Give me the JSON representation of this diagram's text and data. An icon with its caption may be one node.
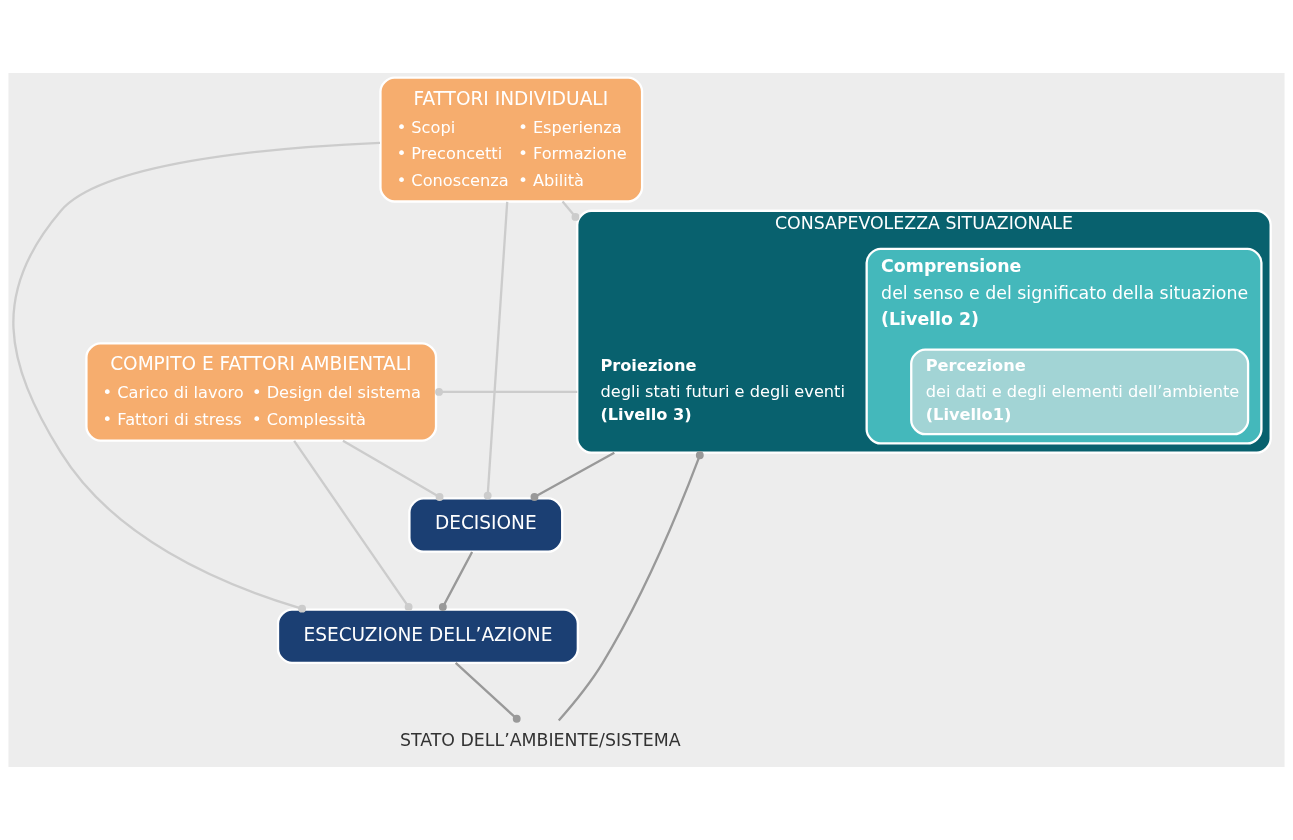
{
  "diagram": {
    "nodes": [
      {
        "text": [
          "COMPITO E FATTORI AMBIENTALI",
          "• Carico di lavoro",
          "• Design del sistema",
          "• Fattori di stress",
          "• Complessità"
        ]
      },
      {
        "text": [
          "STATO DELL’AMBIENTE/SISTEMA"
        ]
      },
      {
        "text": [
          "CONSAPEVOLEZZA SITUAZIONALE",
          "Proiezione",
          "degli stati futuri e degli eventi",
          "(Livello 3)"
        ]
      },
      {
        "text": [
          "Comprensione",
          "del senso e del significato della situazione",
          "(Livello 2)"
        ],
        "in": 2
      },
      {
        "text": [
          "Percezione",
          "dei dati e degli elementi dell’ambiente",
          "(Livello1)"
        ],
        "in": 3
      },
      {
        "text": [
          "DECISIONE"
        ]
      },
      {
        "text": [
          "ESECUZIONE DELL’AZIONE"
        ]
      },
      {
        "text": [
          "FATTORI INDIVIDUALI",
          "• Scopi",
          "• Esperienza",
          "• Preconcetti",
          "• Formazione",
          "• Conoscenza",
          "• Abilità"
        ]
      }
    ],
    "edges": [
      {
        "from": 2,
        "to": 0,
        "arrow": "other"
      },
      {
        "from": 0,
        "to": 5,
        "arrow": "other"
      },
      {
        "from": 0,
        "to": 6,
        "arrow": "other"
      },
      {
        "from": 6,
        "to": 1,
        "arrow": "other",
        "color": "#999999"
      },
      {
        "from": 1,
        "to": 2,
        "arrow": "other",
        "color": "#999999"
      },
      {
        "from": 2,
        "to": 5,
        "arrow": "other",
        "color": "#999999"
      },
      {
        "from": 5,
        "to": 6,
        "arrow": "other",
        "color": "#999999"
      },
      {
        "from": 7,
        "to": 2,
        "arrow": "other"
      },
      {
        "from": 7,
        "to": 5,
        "arrow": "other"
      },
      {
        "from": 7,
        "to": 6,
        "arrow": "other"
      }
    ]
  }
}
